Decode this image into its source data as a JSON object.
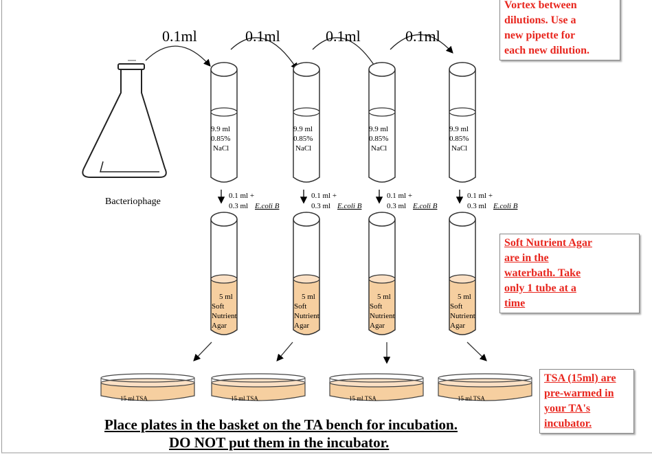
{
  "transfer_labels": [
    "0.1ml",
    "0.1ml",
    "0.1ml",
    "0.1ml"
  ],
  "flask_label": "Bacteriophage",
  "dilution_tube": {
    "line1": "9.9 ml",
    "line2": "0.85%",
    "line3": "NaCl"
  },
  "transfer_note": {
    "line1": "0.1 ml +",
    "line2_prefix": "0.3 ml ",
    "organism": "E.coli B"
  },
  "agar_tube": {
    "line1": "5 ml",
    "line2": "Soft",
    "line3": "Nutrient",
    "line4": "Agar"
  },
  "plate_label": "15 ml TSA",
  "notes": {
    "vortex": [
      "Vortex between",
      "dilutions.  Use a",
      "new pipette for",
      "each new dilution."
    ],
    "soft_agar": [
      "Soft Nutrient Agar",
      "are in the",
      "waterbath.  Take",
      "only 1 tube at a",
      "time"
    ],
    "tsa": [
      "TSA (15ml) are",
      "pre-warmed in",
      "your TA's",
      "incubator."
    ]
  },
  "footer": {
    "line1": "Place plates in the basket on the TA bench for incubation.",
    "line2": "DO NOT put them in the incubator."
  },
  "colors": {
    "agar": "#f6cfa0",
    "agar_light": "#fbe0c4",
    "note_red": "#e8261e"
  }
}
